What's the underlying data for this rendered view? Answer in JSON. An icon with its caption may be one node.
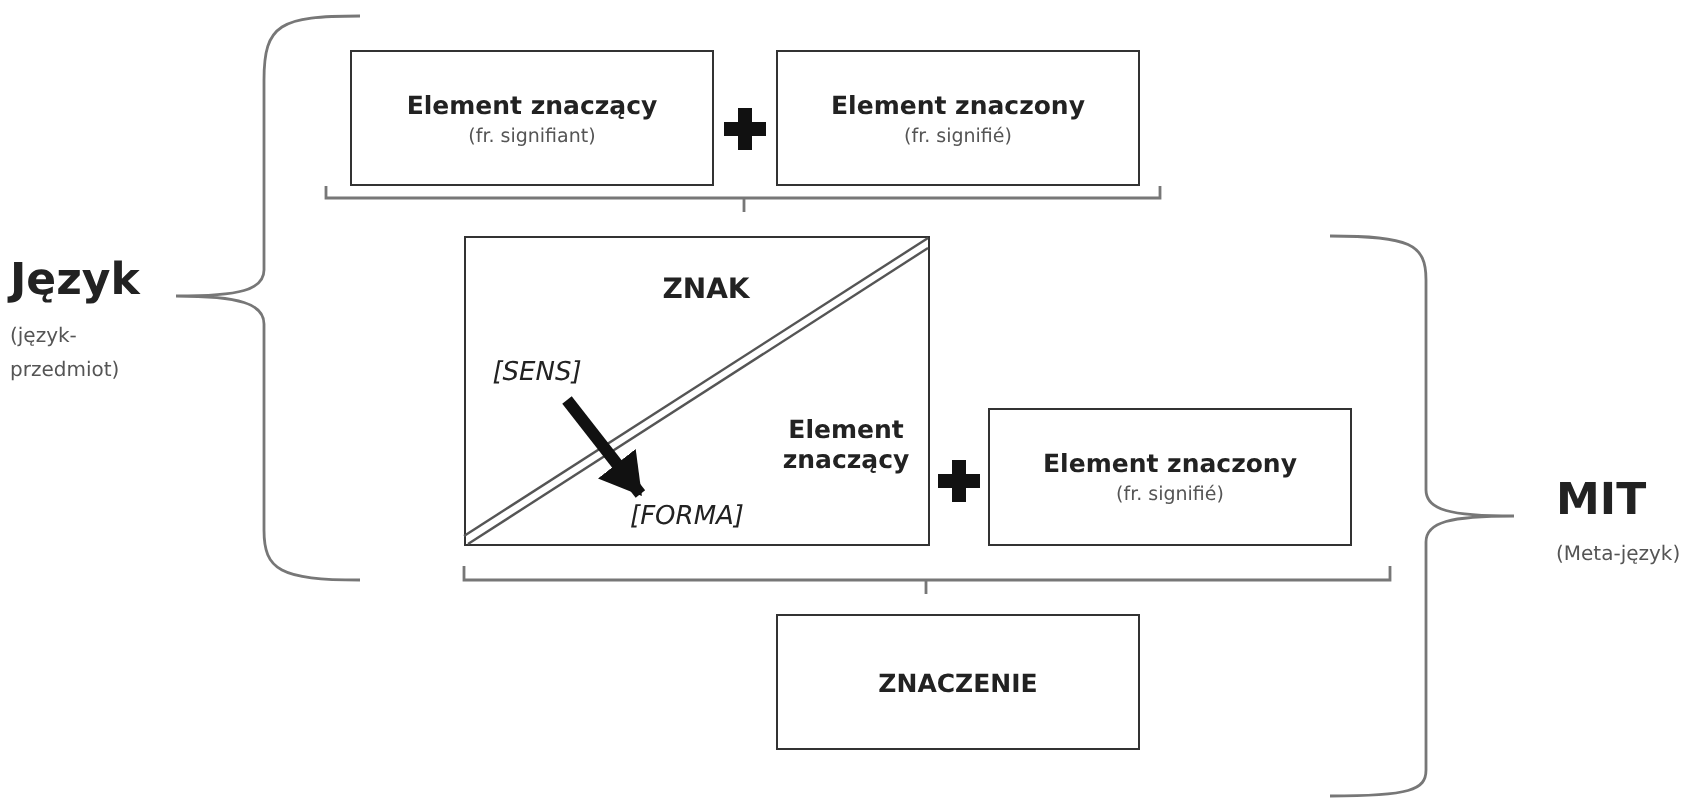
{
  "diagram": {
    "nodes": [
      {
        "text": [
          "Element znaczący",
          "(fr. signifiant)"
        ]
      },
      {
        "text": [
          "Element znaczony",
          "(fr. signifié)"
        ]
      },
      {
        "text": [
          "ZNAK",
          "Element znaczący"
        ]
      },
      {
        "text": [
          "[SENS]"
        ],
        "in": 2
      },
      {
        "text": [
          "[FORMA]"
        ],
        "in": 2
      },
      {
        "text": [
          "Element znaczony",
          "(fr. signifié)"
        ]
      },
      {
        "text": [
          "ZNACZENIE"
        ]
      }
    ],
    "edges": [
      {
        "from": 3,
        "to": 4,
        "arrow": "to"
      }
    ],
    "labels": [
      "Język",
      "(język-przedmiot)",
      "MIT",
      "(Meta-język)"
    ]
  }
}
